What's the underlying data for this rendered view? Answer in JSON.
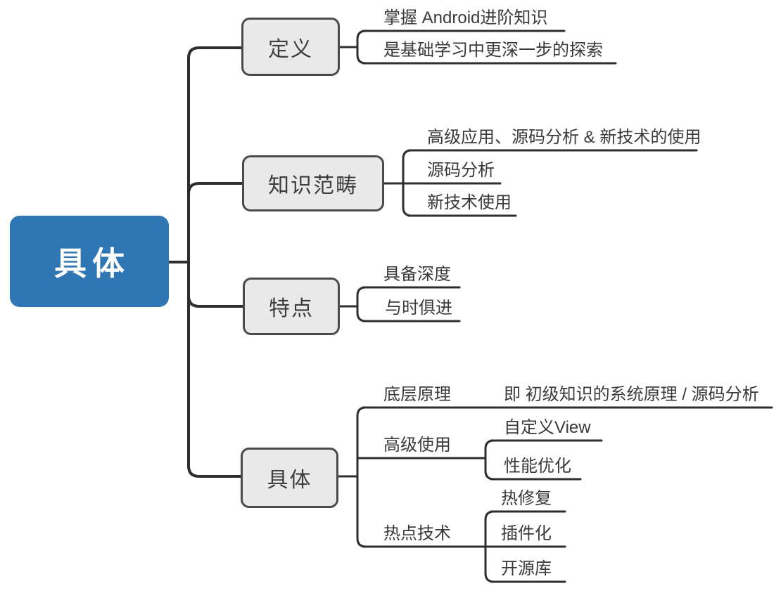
{
  "diagram": {
    "type": "mindmap",
    "root": {
      "label": "具体"
    },
    "branches": [
      {
        "label": "定义",
        "children": [
          {
            "label": "掌握 Android进阶知识"
          },
          {
            "label": "是基础学习中更深一步的探索"
          }
        ]
      },
      {
        "label": "知识范畴",
        "children": [
          {
            "label": "高级应用、源码分析 & 新技术的使用"
          },
          {
            "label": "源码分析"
          },
          {
            "label": "新技术使用"
          }
        ]
      },
      {
        "label": "特点",
        "children": [
          {
            "label": "具备深度"
          },
          {
            "label": "与时俱进"
          }
        ]
      },
      {
        "label": "具体",
        "children": [
          {
            "label": "底层原理",
            "children": [
              {
                "label": "即 初级知识的系统原理 / 源码分析"
              }
            ]
          },
          {
            "label": "高级使用",
            "children": [
              {
                "label": "自定义View"
              },
              {
                "label": "性能优化"
              }
            ]
          },
          {
            "label": "热点技术",
            "children": [
              {
                "label": "热修复"
              },
              {
                "label": "插件化"
              },
              {
                "label": "开源库"
              }
            ]
          }
        ]
      }
    ],
    "colors": {
      "root_fill": "#2e76b4",
      "root_text": "#ffffff",
      "branch_fill": "#e9e9e9",
      "branch_border": "#4a4a4a",
      "line": "#2e2e2e",
      "leaf_text": "#3a3a3a",
      "background": "#ffffff"
    }
  }
}
